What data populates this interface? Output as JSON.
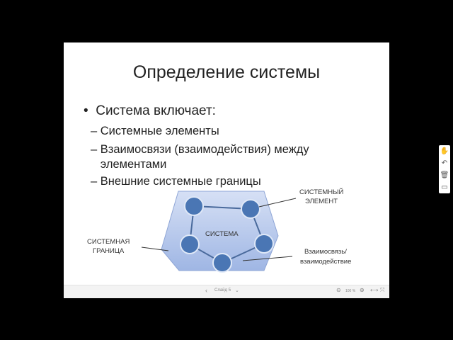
{
  "slide": {
    "title": "Определение системы",
    "bullet": "Система включает:",
    "sub_bullets": [
      "Системные элементы",
      "Взаимосвязи (взаимодействия) между элементами",
      "Внешние системные границы"
    ],
    "sub_bullet_line1": "– Взаимосвязи (взаимодействия) между",
    "sub_bullet_line2": "элементами",
    "diagram": {
      "center_label": "СИСТЕМА",
      "element_label_1": "СИСТЕМНЫЙ",
      "element_label_2": "ЭЛЕМЕНТ",
      "boundary_label_1": "СИСТЕМНАЯ",
      "boundary_label_2": "ГРАНИЦА",
      "relation_label_1": "Взаимосвязь/",
      "relation_label_2": "взаимодействие"
    }
  },
  "toolbar": {
    "prev_icon": "chevron-left-icon",
    "slide_label": "Слайд 5",
    "dropdown_icon": "chevron-down-icon",
    "zoom_level": "100 %",
    "zoom_out_icon": "zoom-out-icon",
    "zoom_in_icon": "zoom-in-icon",
    "fit_width_icon": "fit-width-icon",
    "fullscreen_icon": "fullscreen-icon"
  },
  "side_tools": [
    "hand-icon",
    "undo-icon",
    "trash-icon",
    "signature-icon"
  ],
  "colors": {
    "hexagon": "#b8c9ec",
    "node": "#4a76b4",
    "background": "#000000"
  }
}
